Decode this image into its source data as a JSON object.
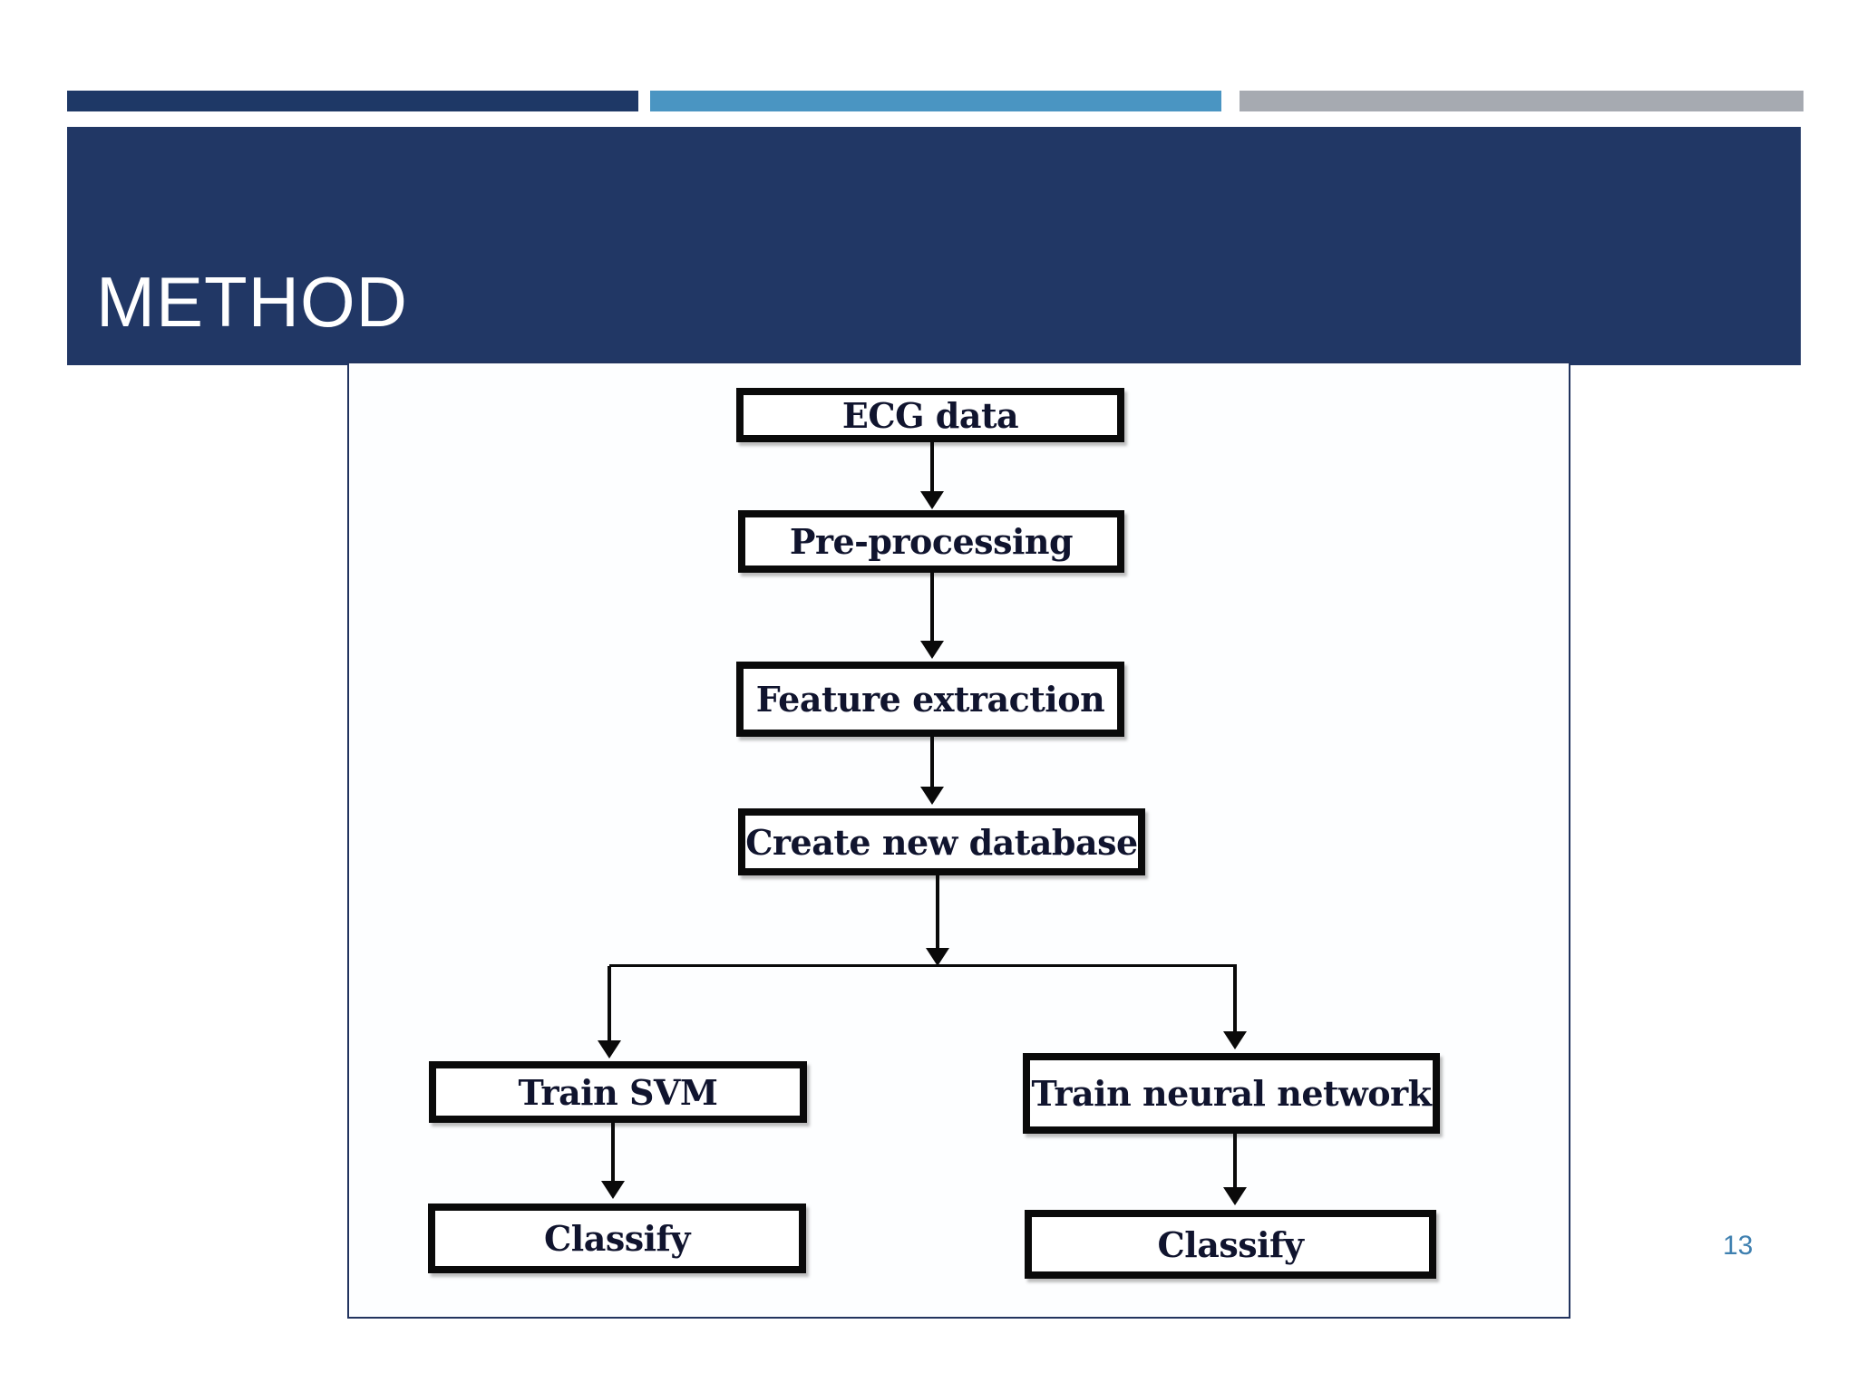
{
  "slide": {
    "title": "METHOD",
    "page_number": "13",
    "colors": {
      "title_band": "#213765",
      "accent_bar_navy": "#1e3866",
      "accent_bar_blue": "#4a95c2",
      "accent_bar_gray": "#a6aab1",
      "page_number": "#3f80b0",
      "flowchart_border": "#0a0a0a",
      "flowchart_text": "#10142e",
      "container_border": "#22345f"
    }
  },
  "flowchart": {
    "nodes": [
      {
        "id": "ecg",
        "label": "ECG data"
      },
      {
        "id": "pre",
        "label": "Pre-processing"
      },
      {
        "id": "feat",
        "label": "Feature extraction"
      },
      {
        "id": "create",
        "label": "Create new database"
      },
      {
        "id": "svm",
        "label": "Train SVM"
      },
      {
        "id": "nn",
        "label": "Train neural network"
      },
      {
        "id": "classify_svm",
        "label": "Classify"
      },
      {
        "id": "classify_nn",
        "label": "Classify"
      }
    ],
    "edges": [
      {
        "from": "ecg",
        "to": "pre"
      },
      {
        "from": "pre",
        "to": "feat"
      },
      {
        "from": "feat",
        "to": "create"
      },
      {
        "from": "create",
        "to": "svm"
      },
      {
        "from": "create",
        "to": "nn"
      },
      {
        "from": "svm",
        "to": "classify_svm"
      },
      {
        "from": "nn",
        "to": "classify_nn"
      }
    ]
  }
}
